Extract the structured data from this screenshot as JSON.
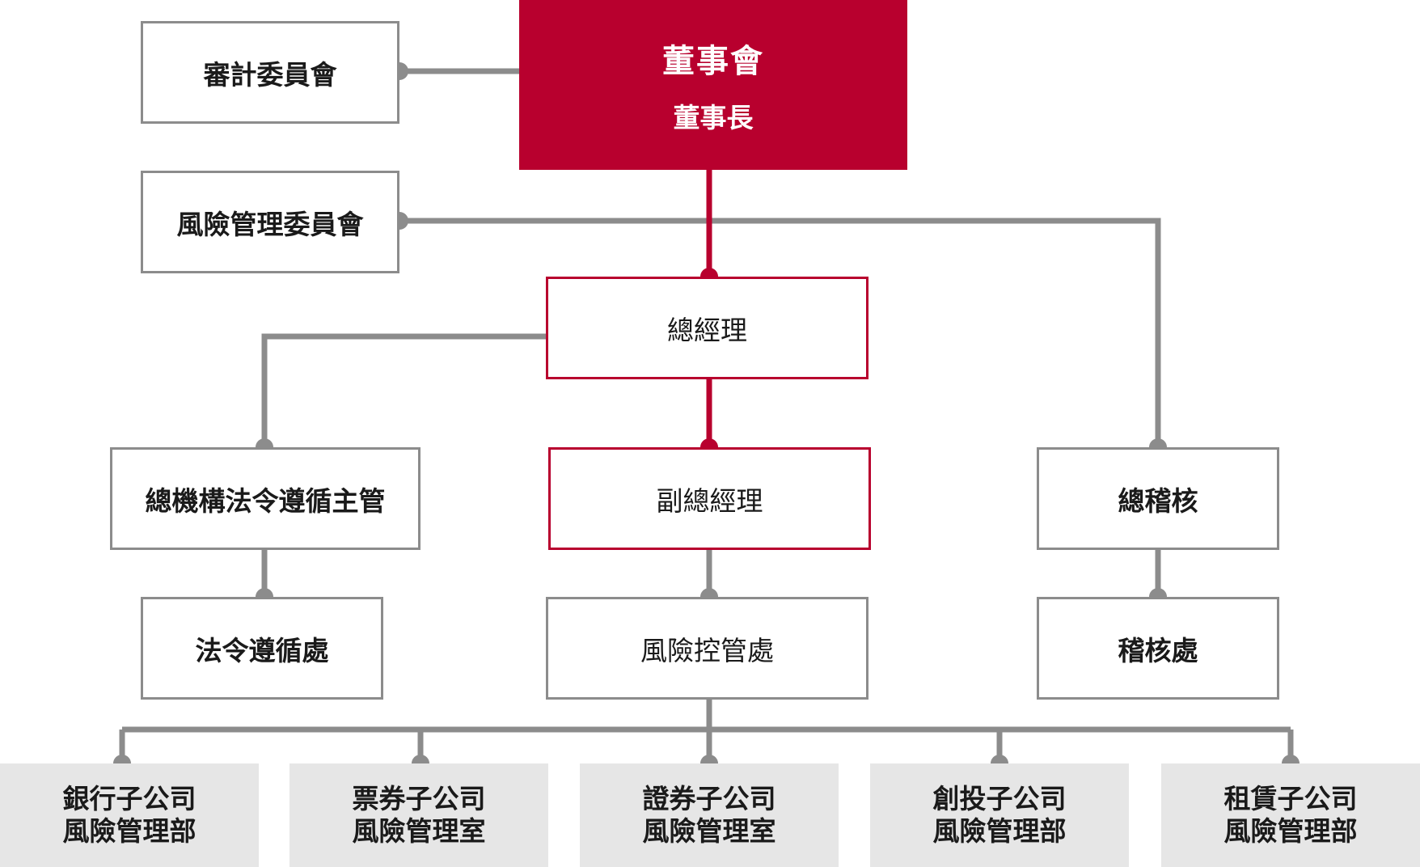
{
  "nodes": {
    "board": {
      "title": "董事會",
      "subtitle": "董事長"
    },
    "audit_committee": "審計委員會",
    "risk_committee": "風險管理委員會",
    "president": "總經理",
    "compliance_head": "總機構法令遵循主管",
    "evp": "副總經理",
    "chief_auditor": "總稽核",
    "compliance_dept": "法令遵循處",
    "risk_control_dept": "風險控管處",
    "audit_dept": "稽核處"
  },
  "subsidiaries": [
    {
      "line1": "銀行子公司",
      "line2": "風險管理部"
    },
    {
      "line1": "票券子公司",
      "line2": "風險管理室"
    },
    {
      "line1": "證券子公司",
      "line2": "風險管理室"
    },
    {
      "line1": "創投子公司",
      "line2": "風險管理部"
    },
    {
      "line1": "租賃子公司",
      "line2": "風險管理部"
    }
  ],
  "colors": {
    "accent_red": "#b8002e",
    "line_gray": "#8c8c8c",
    "sub_fill": "#e6e6e6"
  }
}
